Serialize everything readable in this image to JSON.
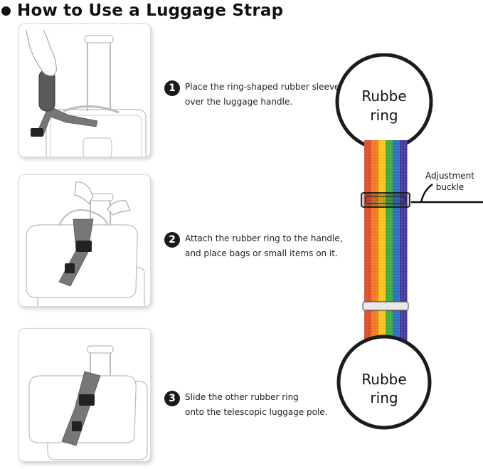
{
  "header": {
    "title": "How to Use a Luggage Strap"
  },
  "steps": [
    {
      "number": "1",
      "line1": "Place the ring-shaped rubber sleeve",
      "line2": "over the luggage handle."
    },
    {
      "number": "2",
      "line1": "Attach the rubber ring to the handle,",
      "line2": "and place bags or small items on it."
    },
    {
      "number": "3",
      "line1": "Slide the other rubber ring",
      "line2": "onto the telescopic luggage pole."
    }
  ],
  "diagram": {
    "top_ring": {
      "line1": "Rubbe",
      "line2": "ring"
    },
    "bottom_ring": {
      "line1": "Rubbe",
      "line2": "ring"
    },
    "callout": {
      "line1": "Adjustment",
      "line2": "buckle"
    },
    "strap_colors": [
      "#e0502a",
      "#f07f1f",
      "#f6c71c",
      "#3fae44",
      "#2f6fc4",
      "#4b3a9e"
    ]
  }
}
